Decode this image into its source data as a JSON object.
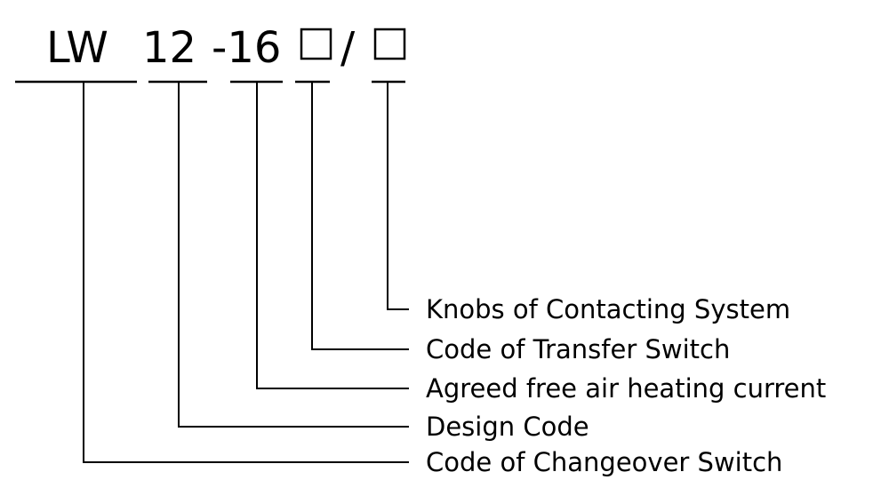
{
  "model_code": {
    "series": "LW",
    "design": "12",
    "separator_current": "-16",
    "slash": "/"
  },
  "labels": {
    "knobs": "Knobs of Contacting System",
    "transfer": "Code of Transfer Switch",
    "current": "Agreed free air heating current",
    "design": "Design Code",
    "changeover": "Code of Changeover Switch"
  }
}
